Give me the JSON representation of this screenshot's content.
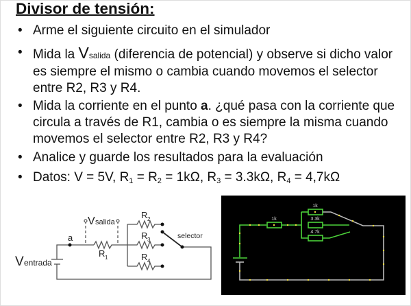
{
  "title": "Divisor de tensión:",
  "bullet": "•",
  "items": [
    {
      "text": "Arme el siguiente circuito en el simulador"
    },
    {
      "pre": "Mida la ",
      "v": "V",
      "vsub": "salida",
      "post": " (diferencia de potencial) y observe si dicho valor es siempre el mismo o cambia cuando movemos el selector entre R2, R3 y R4."
    },
    {
      "pre": "Mida la corriente en el punto ",
      "bold": "a",
      "post": ". ¿qué pasa con la corriente que circula a través de R1, cambia o es siempre la misma cuando movemos el selector entre R2, R3 y R4?"
    },
    {
      "text": "Analice y guarde los resultados para la evaluación"
    },
    {
      "datos": {
        "a": "Datos: V = 5V, R",
        "s1": "1",
        "b": " = R",
        "s2": "2",
        "c": " = 1kΩ, R",
        "s3": "3",
        "d": " = 3.3kΩ, R",
        "s4": "4",
        "e": " = 4,7kΩ"
      }
    }
  ],
  "schematic": {
    "vin": "V",
    "vin_sub": "entrada",
    "vout": "V",
    "vout_sub": "salida",
    "a": "a",
    "r": "R",
    "r1": "1",
    "r2": "2",
    "r3": "3",
    "r4": "4",
    "selector": "selector"
  },
  "simulator": {
    "r1": "1k",
    "r2": "1k",
    "r3": "3.3k",
    "r4": "4.7k",
    "wire_color": "#4cd33a",
    "dot_color": "#f0e040"
  }
}
